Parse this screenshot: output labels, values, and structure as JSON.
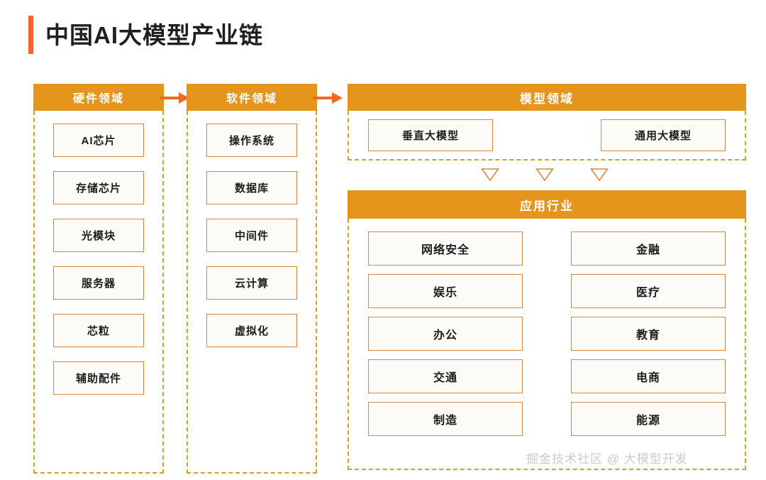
{
  "page": {
    "title": "中国AI大模型产业链",
    "accent_color": "#F2642A",
    "header_color": "#E5941C",
    "dashed_border_color": "#C9A62B",
    "box_border_color": "#D9873F",
    "background": "#ffffff",
    "watermark": "掘金技术社区 @ 大模型开发"
  },
  "columns": {
    "hardware": {
      "header": "硬件领域",
      "items": [
        {
          "label": "AI芯片"
        },
        {
          "label": "存储芯片"
        },
        {
          "label": "光模块"
        },
        {
          "label": "服务器"
        },
        {
          "label": "芯粒"
        },
        {
          "label": "辅助配件"
        }
      ]
    },
    "software": {
      "header": "软件领域",
      "items": [
        {
          "label": "操作系统"
        },
        {
          "label": "数据库"
        },
        {
          "label": "中间件"
        },
        {
          "label": "云计算"
        },
        {
          "label": "虚拟化"
        }
      ]
    }
  },
  "model_domain": {
    "header": "模型领域",
    "items": [
      {
        "label": "垂直大模型"
      },
      {
        "label": "通用大模型"
      }
    ]
  },
  "flow": {
    "arrows": [
      {
        "name": "arrow-hardware-to-software"
      },
      {
        "name": "arrow-software-to-model"
      }
    ],
    "down_markers": [
      {
        "name": "triangle-down-1"
      },
      {
        "name": "triangle-down-2"
      },
      {
        "name": "triangle-down-3"
      }
    ]
  },
  "applications": {
    "header": "应用行业",
    "left_column": [
      {
        "label": "网络安全"
      },
      {
        "label": "娱乐"
      },
      {
        "label": "办公"
      },
      {
        "label": "交通"
      },
      {
        "label": "制造"
      }
    ],
    "right_column": [
      {
        "label": "金融"
      },
      {
        "label": "医疗"
      },
      {
        "label": "教育"
      },
      {
        "label": "电商"
      },
      {
        "label": "能源"
      }
    ]
  }
}
